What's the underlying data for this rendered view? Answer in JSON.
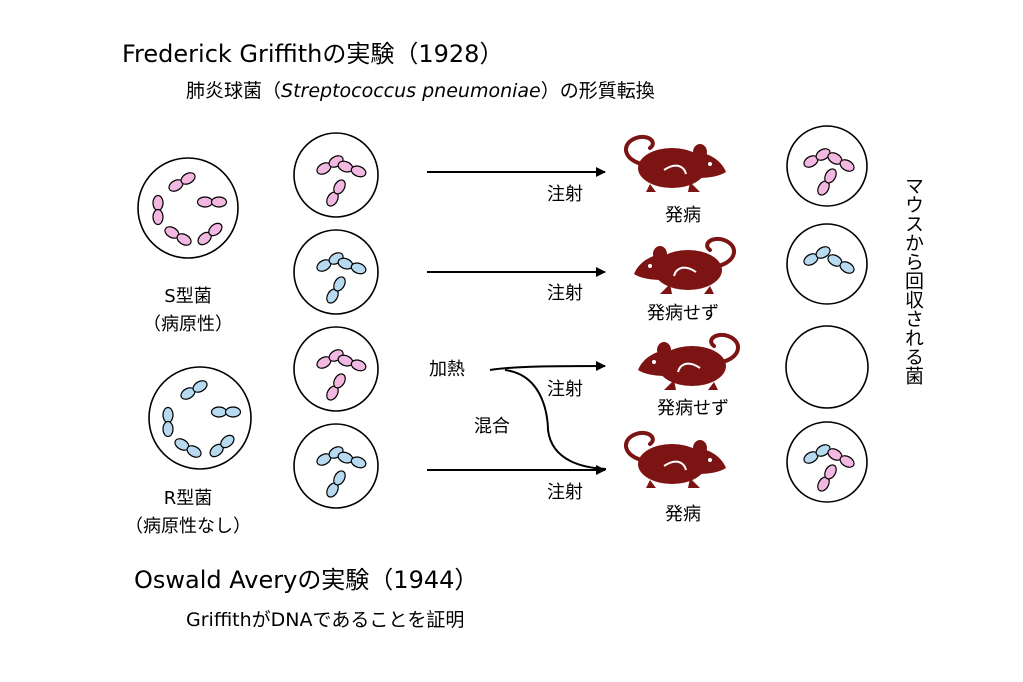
{
  "titles": {
    "griffith": "Frederick Griffithの実験（1928）",
    "griffith_sub_pre": "肺炎球菌（",
    "griffith_sub_italic": "Streptococcus pneumoniae",
    "griffith_sub_post": "）の形質転換",
    "avery": "Oswald Averyの実験（1944）",
    "avery_sub": "GriffithがDNAであることを証明"
  },
  "left_labels": {
    "s_name": "S型菌",
    "s_desc": "（病原性）",
    "r_name": "R型菌",
    "r_desc": "（病原性なし）"
  },
  "rows": [
    {
      "injection": "注射",
      "outcome": "発病"
    },
    {
      "injection": "注射",
      "outcome": "発病せず"
    },
    {
      "injection": "注射",
      "outcome": "発病せず",
      "heat": "加熱"
    },
    {
      "injection": "注射",
      "outcome": "発病",
      "mix": "混合"
    }
  ],
  "side_label": "マウスから回収される菌",
  "colors": {
    "s_strain": "#f3b8e2",
    "r_strain": "#b8daf0",
    "mouse": "#7b1412",
    "line": "#000000"
  },
  "icons": [
    "mouse-icon",
    "arrow-icon",
    "bacterium-icon",
    "petri-dish-icon"
  ]
}
